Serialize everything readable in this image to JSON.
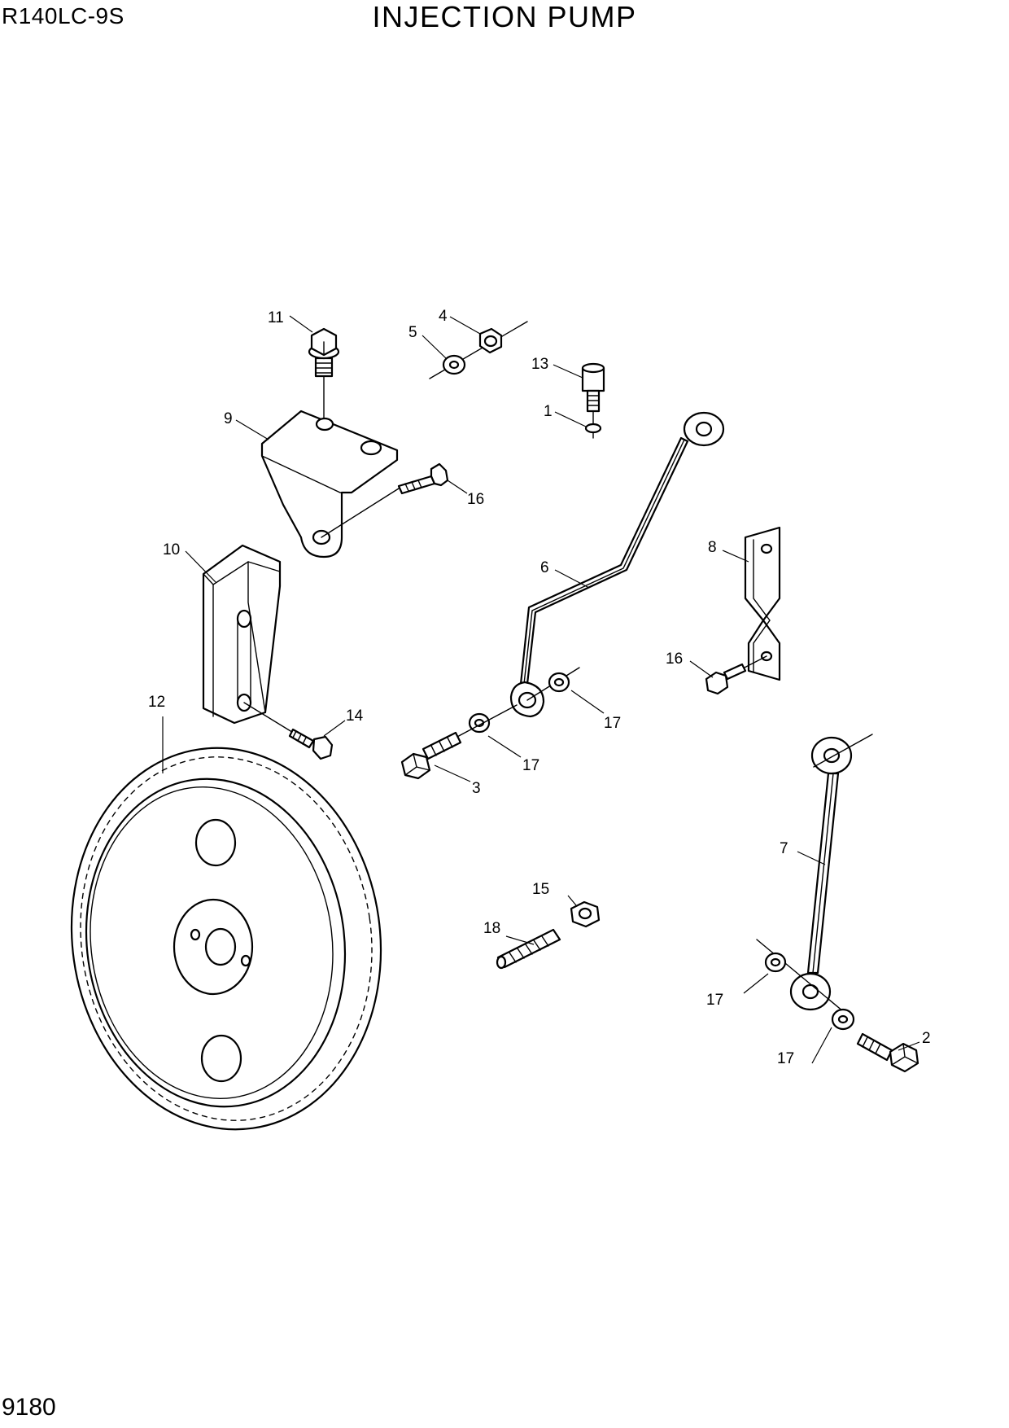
{
  "header": {
    "model": "R140LC-9S",
    "title": "INJECTION PUMP"
  },
  "footer": {
    "page_number": "9180"
  },
  "callouts": {
    "c1": "1",
    "c2": "2",
    "c3": "3",
    "c4": "4",
    "c5": "5",
    "c6": "6",
    "c7": "7",
    "c8": "8",
    "c9": "9",
    "c10": "10",
    "c11": "11",
    "c12": "12",
    "c13": "13",
    "c14": "14",
    "c15": "15",
    "c16a": "16",
    "c16b": "16",
    "c17a": "17",
    "c17b": "17",
    "c17c": "17",
    "c17d": "17",
    "c18": "18"
  }
}
